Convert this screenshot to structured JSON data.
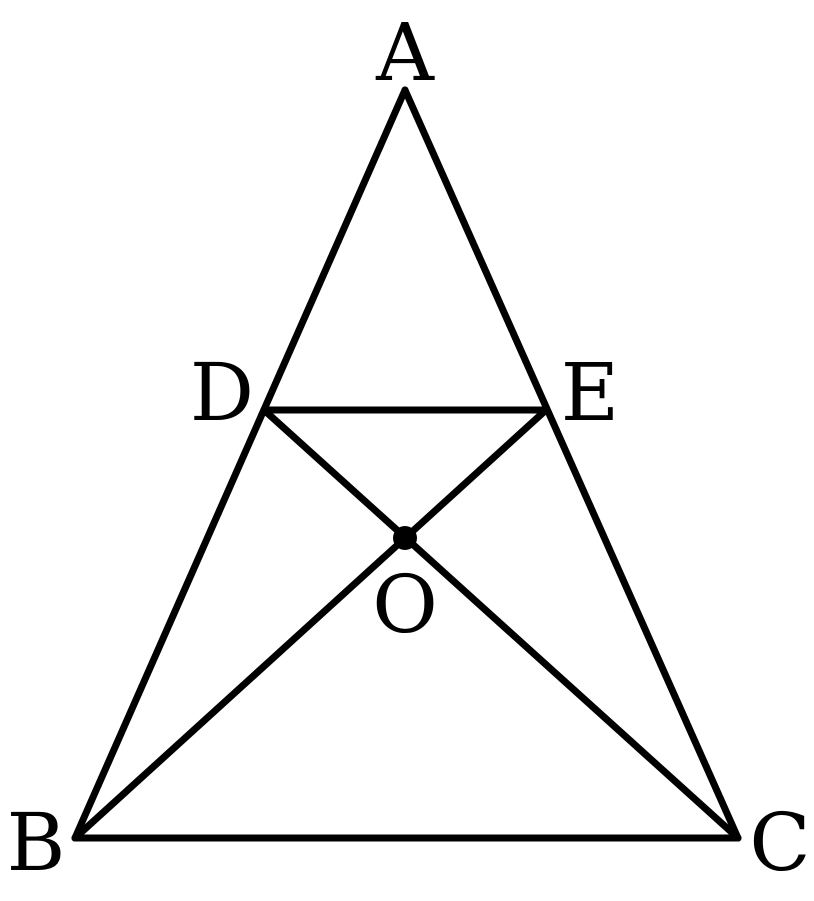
{
  "diagram": {
    "labels": {
      "A": "A",
      "B": "B",
      "C": "C",
      "D": "D",
      "E": "E",
      "O": "O"
    },
    "segments": [
      "AB",
      "AC",
      "BC",
      "DE",
      "DC",
      "EB"
    ],
    "colors": {
      "stroke": "#000000",
      "background": "#ffffff"
    }
  }
}
